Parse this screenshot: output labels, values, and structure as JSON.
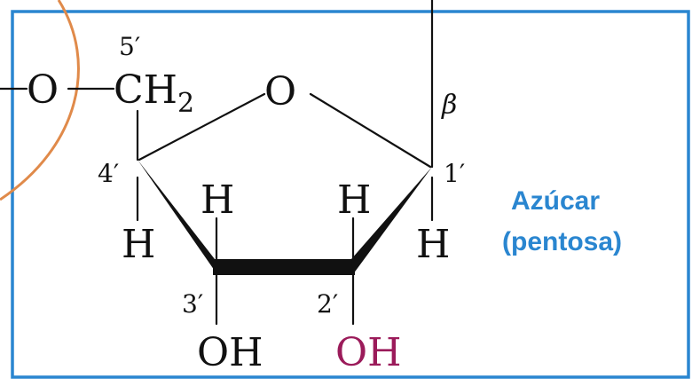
{
  "atoms": {
    "o_phosphate": "O",
    "ch2": "CH",
    "ch2_sub": "2",
    "o_ring": "O",
    "h_c4": "H",
    "h_c3_up": "H",
    "h_c2_up": "H",
    "h_c1": "H",
    "oh_3": "OH",
    "oh_2": "OH"
  },
  "positions": {
    "p5": "5′",
    "p4": "4′",
    "p3": "3′",
    "p2": "2′",
    "p1": "1′"
  },
  "beta_symbol": "β",
  "caption": {
    "line1": "Azúcar",
    "line2": "(pentosa)"
  },
  "colors": {
    "box_border": "#2a86d0",
    "caption": "#2a86d0",
    "arc": "#e08a4a",
    "oh_2_highlight": "#9b1b5a",
    "ink": "#111111"
  }
}
